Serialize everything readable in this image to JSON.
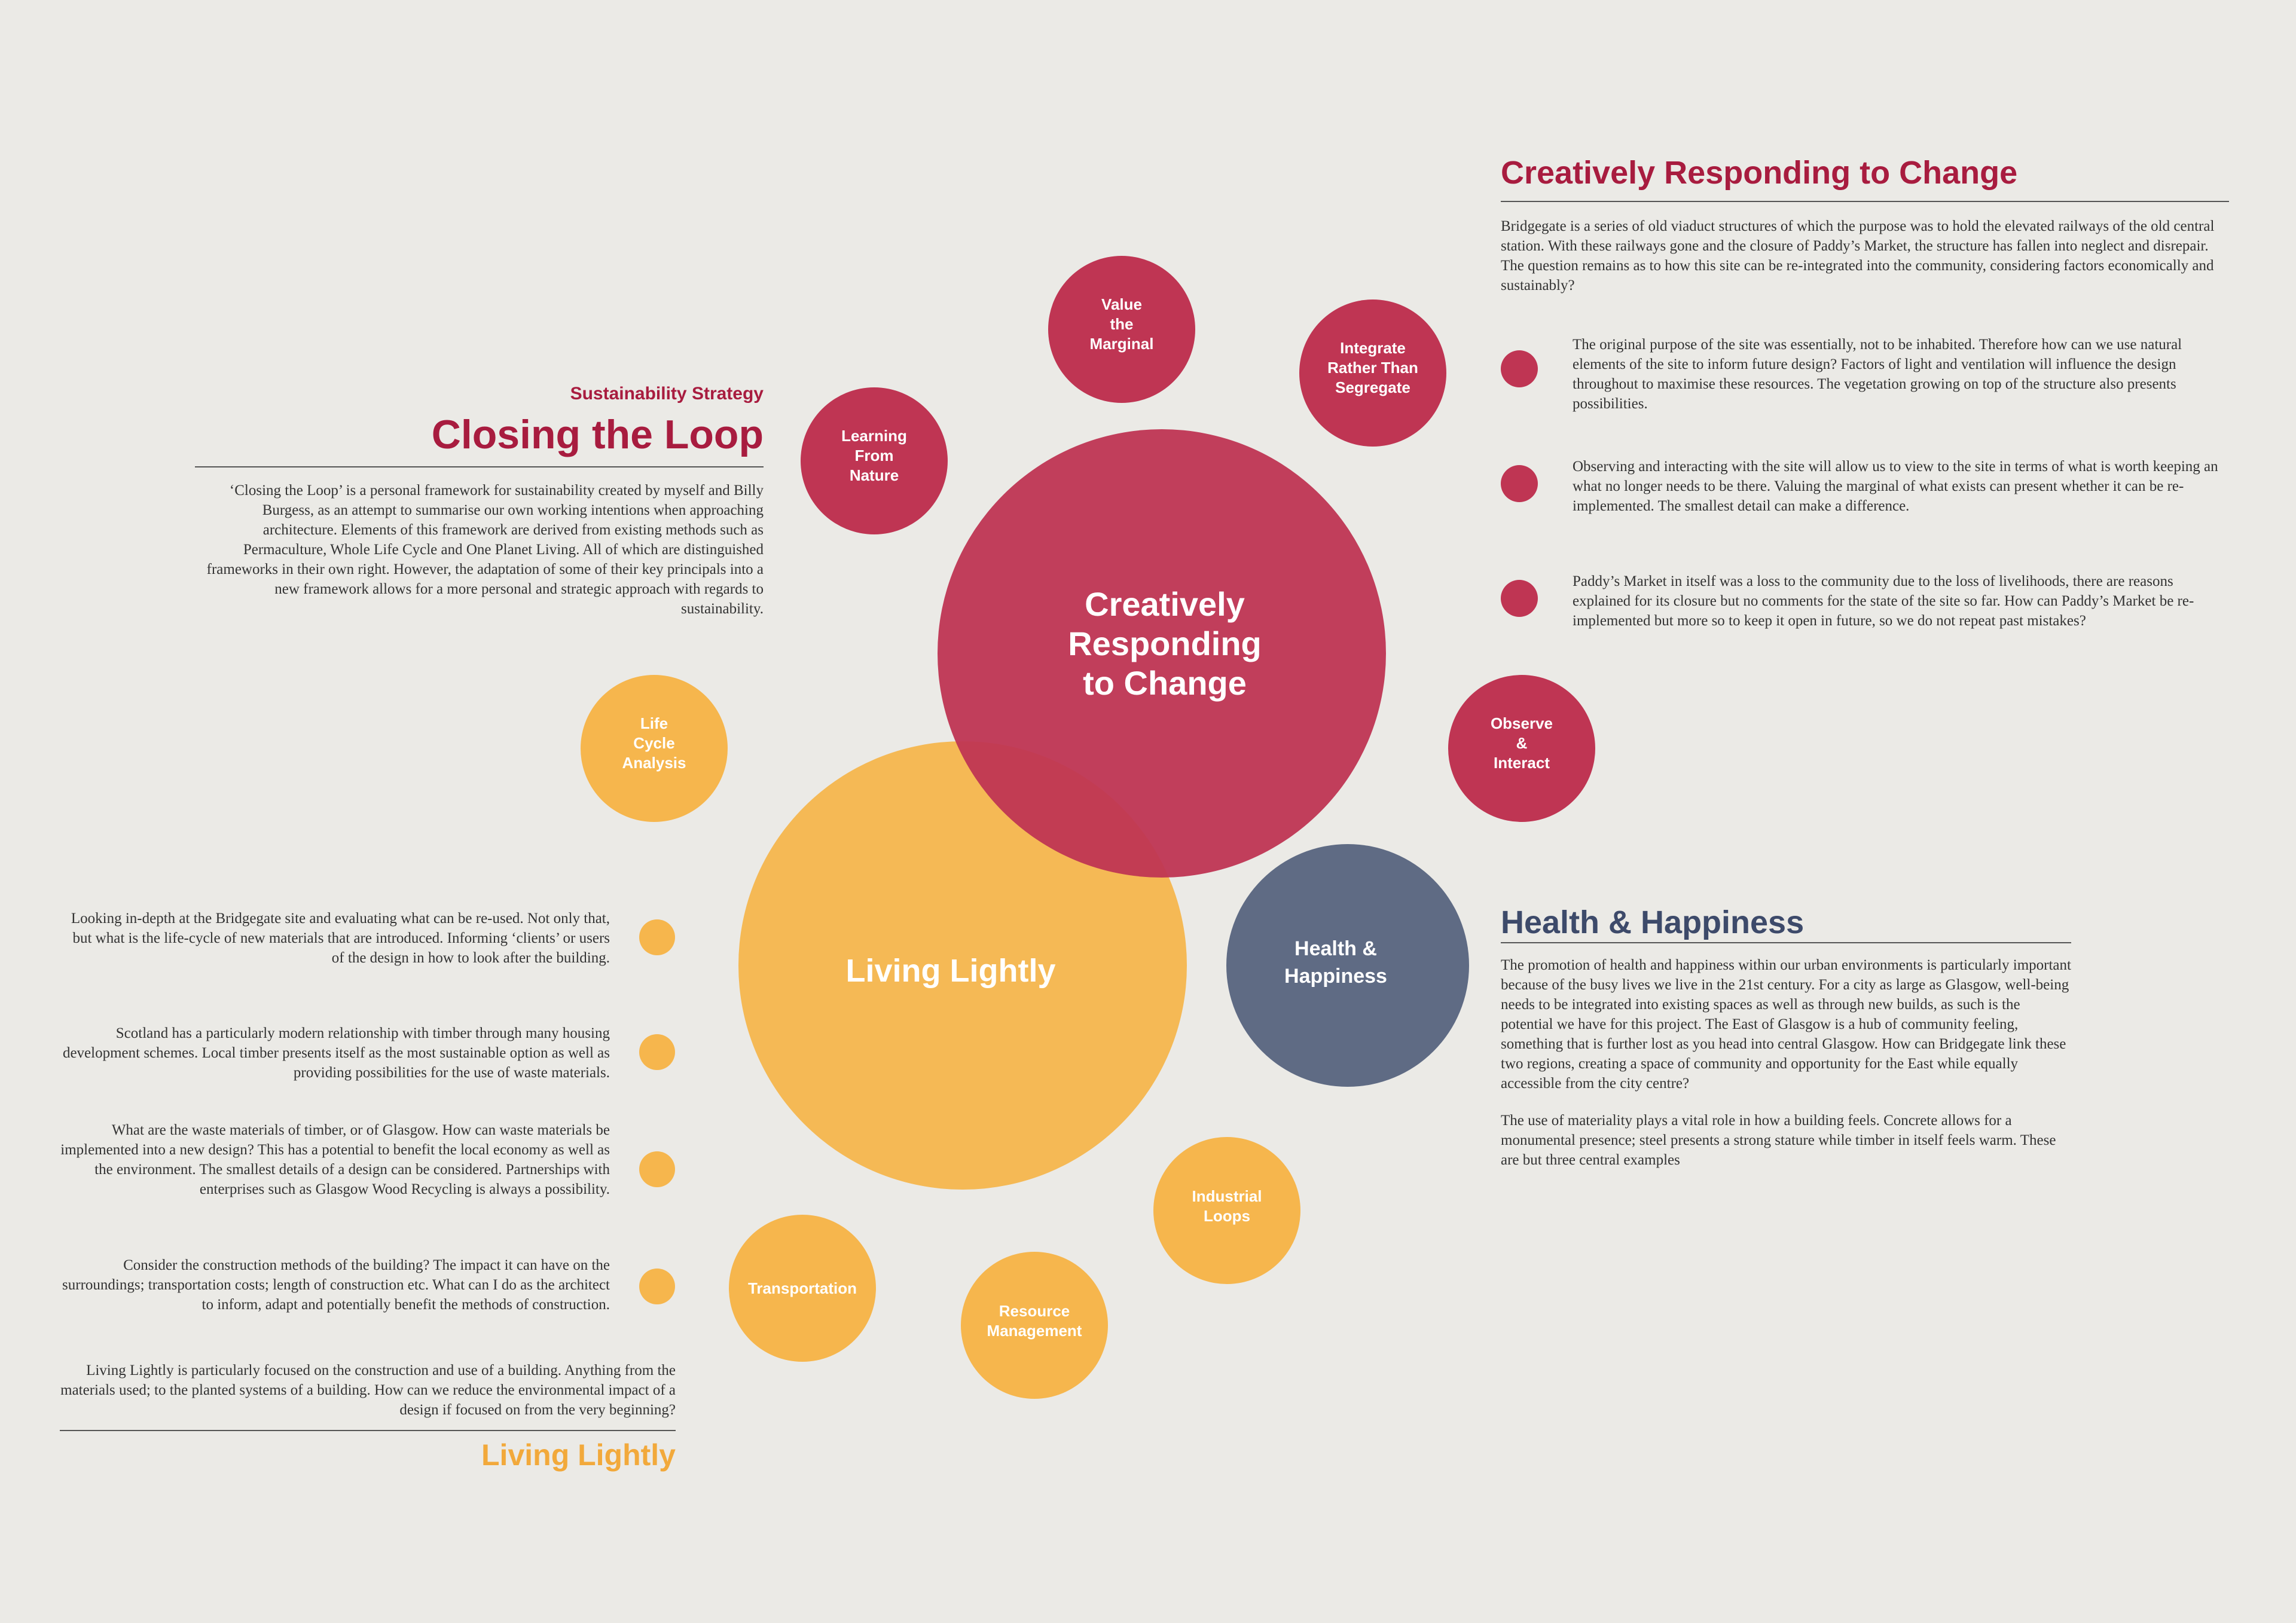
{
  "colors": {
    "background": "#ebeae6",
    "crimson": "#bf3553",
    "crimson_text": "#a81c3f",
    "amber": "#f6b64d",
    "amber_text": "#f2a93b",
    "slate": "#5f6b84",
    "slate_text": "#3d4a6a",
    "overlap": "#c12d3a"
  },
  "diagram": {
    "main": {
      "change": [
        "Creatively",
        "Responding",
        "to Change"
      ],
      "lightly": [
        "Living Lightly"
      ],
      "health": [
        "Health &",
        "Happiness"
      ]
    },
    "satellites": {
      "value_marginal": [
        "Value",
        "the",
        "Marginal"
      ],
      "integrate": [
        "Integrate",
        "Rather Than",
        "Segregate"
      ],
      "learning": [
        "Learning",
        "From",
        "Nature"
      ],
      "observe": [
        "Observe",
        "&",
        "Interact"
      ],
      "lifecycle": [
        "Life",
        "Cycle",
        "Analysis"
      ],
      "industrial": [
        "Industrial",
        "Loops"
      ],
      "transportation": [
        "Transportation"
      ],
      "resource": [
        "Resource",
        "Management"
      ]
    }
  },
  "closing_loop": {
    "kicker": "Sustainability Strategy",
    "title": "Closing the Loop",
    "body": "‘Closing the Loop’ is a personal framework for sustainability created by myself and Billy Burgess, as an attempt to summarise our own working intentions when approaching architecture. Elements of this framework are derived from existing methods such as Permaculture, Whole Life Cycle and One Planet Living. All of which are distinguished frameworks in their own right. However, the adaptation of some of their key principals into a new framework allows for a more personal and strategic approach with regards to sustainability."
  },
  "change_section": {
    "title": "Creatively Responding to Change",
    "intro": "Bridgegate is a series of old viaduct structures of which the purpose was to hold the elevated railways of the old central station. With these railways gone and the closure of Paddy’s Market, the structure has fallen into neglect and disrepair. The question remains as to how this site can be re-integrated into the community, considering factors economically and sustainably?",
    "points": [
      "The original purpose of the site was essentially, not to be inhabited. Therefore how can we use natural elements of the site to inform future design? Factors of light and ventilation will influence the design throughout to maximise these resources. The vegetation growing on top of the structure also presents possibilities.",
      "Observing and interacting with the site will allow us to view to the site in terms of what is worth keeping an what no longer needs to be there. Valuing the marginal of what exists can present whether it can be re-implemented. The smallest detail can make a difference.",
      "Paddy’s Market in itself was a loss to the community due to the loss of livelihoods, there are reasons explained for its closure but no comments for the state of the site so far. How can Paddy’s Market be re-implemented but more so to keep it open in future, so we do not repeat past mistakes?"
    ]
  },
  "health_section": {
    "title": "Health & Happiness",
    "p1": "The promotion of health and happiness within our urban environments is particularly important because of the busy lives we live in the 21st century. For a city as large as Glasgow, well-being needs to be integrated into existing spaces as well as through new builds, as such is the potential we have for this project. The East of Glasgow is a hub of community feeling, something that is further lost as you head into central Glasgow. How can Bridgegate link these two regions, creating a space of community and opportunity for the East while equally accessible from the city centre?",
    "p2": "The use of materiality plays a vital role in how a building feels. Concrete allows for a monumental presence; steel presents a strong stature while timber in itself feels warm. These are but three central examples"
  },
  "lightly_section": {
    "title": "Living Lightly",
    "points": [
      "Looking in-depth at the Bridgegate site and evaluating what can be re-used. Not only that, but what is the life-cycle of new materials that are introduced. Informing ‘clients’ or users of the design in how to look after the building.",
      "Scotland has a particularly modern relationship with timber through many housing development schemes. Local timber presents itself as the most sustainable option as well as providing possibilities for the use of waste materials.",
      "What are the waste materials of timber, or of Glasgow. How can waste materials be implemented into a new design? This has a potential to benefit the local economy as well as the environment. The smallest details of a design can be considered. Partnerships with enterprises such as Glasgow Wood Recycling is always a possibility.",
      "Consider the construction methods of the building? The impact it can have on the surroundings; transportation costs; length of construction etc. What can I do as the architect to inform, adapt and potentially benefit the methods of construction."
    ],
    "summary": "Living Lightly is particularly focused on the construction and use of a building. Anything from the materials used; to the planted systems of a building. How can we reduce the environmental impact of a design if focused on from the very beginning?"
  }
}
